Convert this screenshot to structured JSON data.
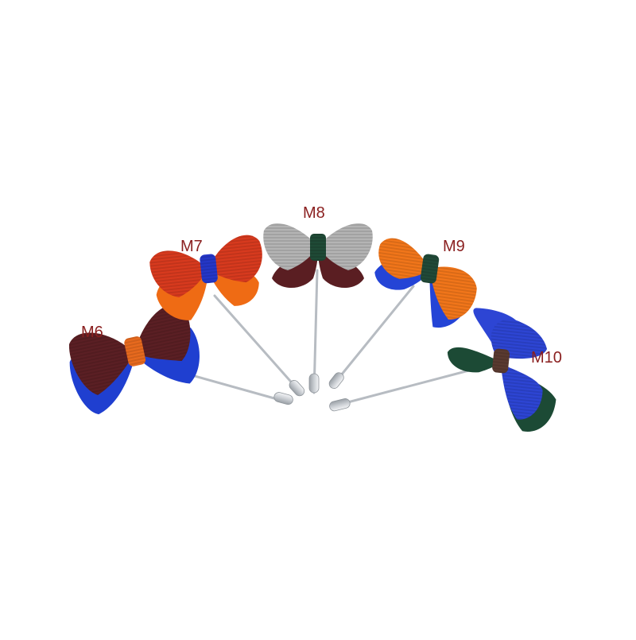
{
  "labels": {
    "m6": "M6",
    "m7": "M7",
    "m8": "M8",
    "m9": "M9",
    "m10": "M10"
  },
  "colors": {
    "background": "#ffffff",
    "label_text": "#8a1f1f",
    "pin_metal": "#c9cdd2"
  },
  "bows": [
    {
      "label": "M6",
      "left_color": "#5b1f24",
      "back_color": "#1f3fd0",
      "knot_color": "#e86a1e"
    },
    {
      "label": "M7",
      "left_color": "#d83a1e",
      "back_color": "#ef6b14",
      "knot_color": "#2537c8"
    },
    {
      "label": "M8",
      "left_color": "#b4b4b4",
      "back_color": "#5a1e22",
      "knot_color": "#1f4a36"
    },
    {
      "label": "M9",
      "left_color": "#f2761a",
      "back_color": "#2444d6",
      "knot_color": "#214a38"
    },
    {
      "label": "M10",
      "left_color": "#2d45d4",
      "back_color": "#1c4a35",
      "knot_color": "#5a3a30"
    }
  ]
}
